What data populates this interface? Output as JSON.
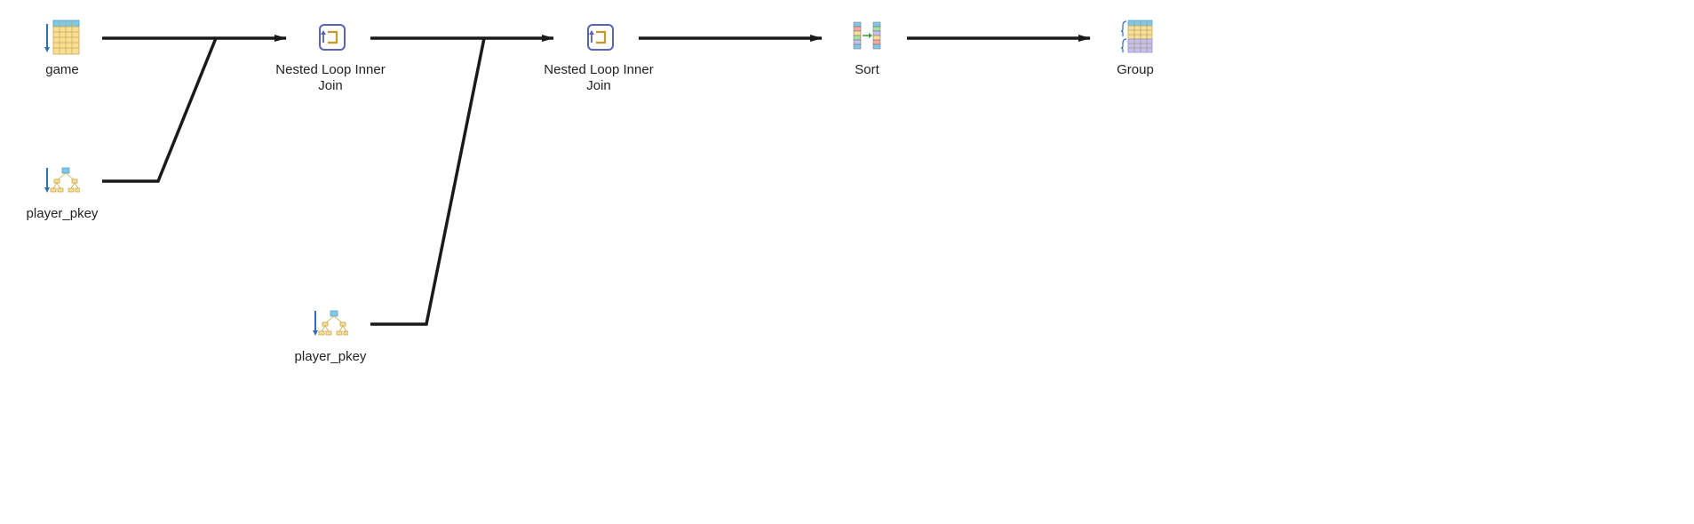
{
  "plan": {
    "nodes": [
      {
        "id": "game",
        "label": "game",
        "icon": "table-scan-icon"
      },
      {
        "id": "player_pkey_1",
        "label": "player_pkey",
        "icon": "index-scan-icon"
      },
      {
        "id": "join_1",
        "label": "Nested Loop Inner Join",
        "icon": "nested-loop-icon"
      },
      {
        "id": "player_pkey_2",
        "label": "player_pkey",
        "icon": "index-scan-icon"
      },
      {
        "id": "join_2",
        "label": "Nested Loop Inner Join",
        "icon": "nested-loop-icon"
      },
      {
        "id": "sort",
        "label": "Sort",
        "icon": "sort-icon"
      },
      {
        "id": "group",
        "label": "Group",
        "icon": "group-icon"
      }
    ],
    "edges": [
      {
        "from": "game",
        "to": "join_1"
      },
      {
        "from": "player_pkey_1",
        "to": "join_1"
      },
      {
        "from": "join_1",
        "to": "join_2"
      },
      {
        "from": "player_pkey_2",
        "to": "join_2"
      },
      {
        "from": "join_2",
        "to": "sort"
      },
      {
        "from": "sort",
        "to": "group"
      }
    ]
  },
  "colors": {
    "edge": "#1a1a1a",
    "table_header": "#7fc8e8",
    "table_body": "#f7df98",
    "table_grid": "#c9a94a",
    "arrow_blue": "#2f6fb3",
    "loop_purple": "#5b63b8",
    "loop_gold": "#c49a2c",
    "group_purple": "#c6c0ef"
  }
}
